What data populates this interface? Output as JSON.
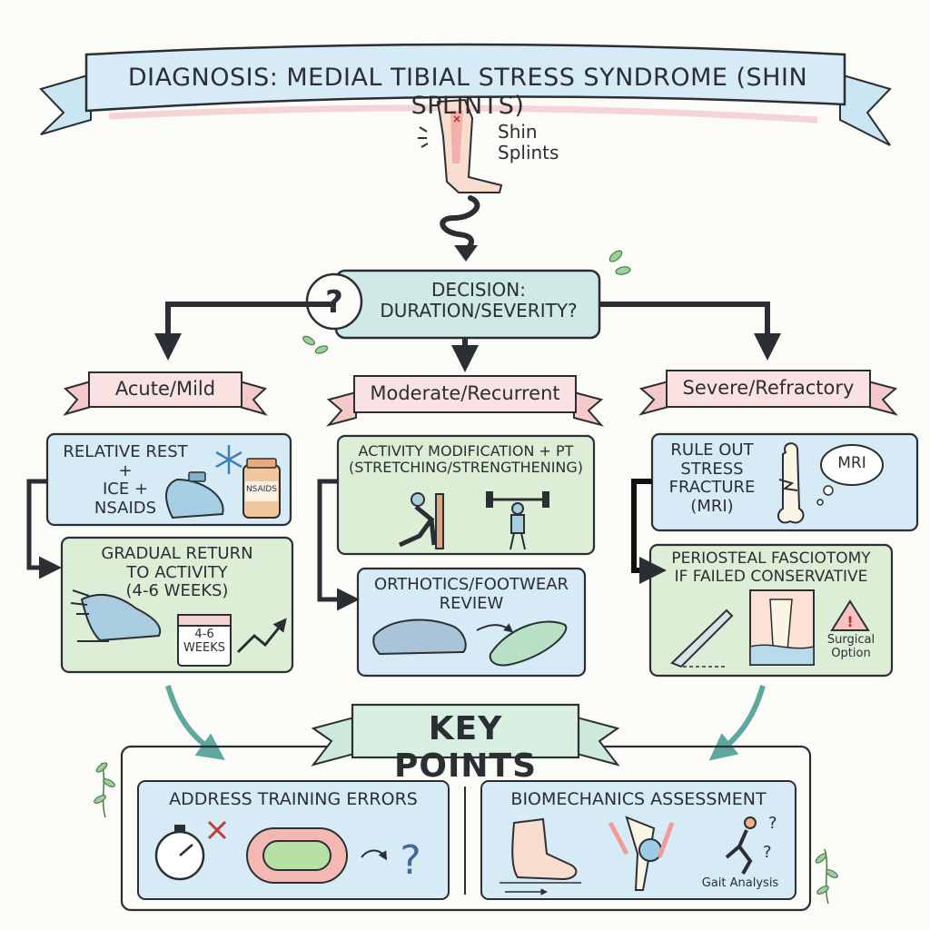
{
  "title": "DIAGNOSIS: MEDIAL TIBIAL STRESS SYNDROME (SHIN SPLINTS)",
  "start": {
    "label": "Shin\nSplints"
  },
  "decision": {
    "label": "DECISION:\nDURATION/SEVERITY?",
    "icon": "question-icon"
  },
  "branches": {
    "acute": {
      "label": "Acute/Mild",
      "step1": "RELATIVE REST\n+\nICE +\nNSAIDS",
      "step1_badge": "NSAIDS",
      "step2": "GRADUAL RETURN\nTO ACTIVITY\n(4-6 WEEKS)",
      "calendar": "4-6\nWEEKS"
    },
    "moderate": {
      "label": "Moderate/Recurrent",
      "step1": "ACTIVITY MODIFICATION + PT\n(STRETCHING/STRENGTHENING)",
      "step2": "ORTHOTICS/FOOTWEAR\nREVIEW"
    },
    "severe": {
      "label": "Severe/Refractory",
      "step1": "RULE OUT\nSTRESS\nFRACTURE\n(MRI)",
      "thought": "MRI",
      "step2": "PERIOSTEAL FASCIOTOMY\nIF FAILED CONSERVATIVE",
      "warning": "Surgical\nOption"
    }
  },
  "key_points": {
    "title": "KEY POINTS",
    "left": {
      "title": "ADDRESS TRAINING ERRORS"
    },
    "right": {
      "title": "BIOMECHANICS ASSESSMENT",
      "caption": "Gait Analysis"
    }
  },
  "colors": {
    "blue": "#d6ebf5",
    "green": "#ddeed6",
    "pink": "#f5c9c9",
    "ink": "#2b2e33",
    "mint": "#cde9dc"
  }
}
